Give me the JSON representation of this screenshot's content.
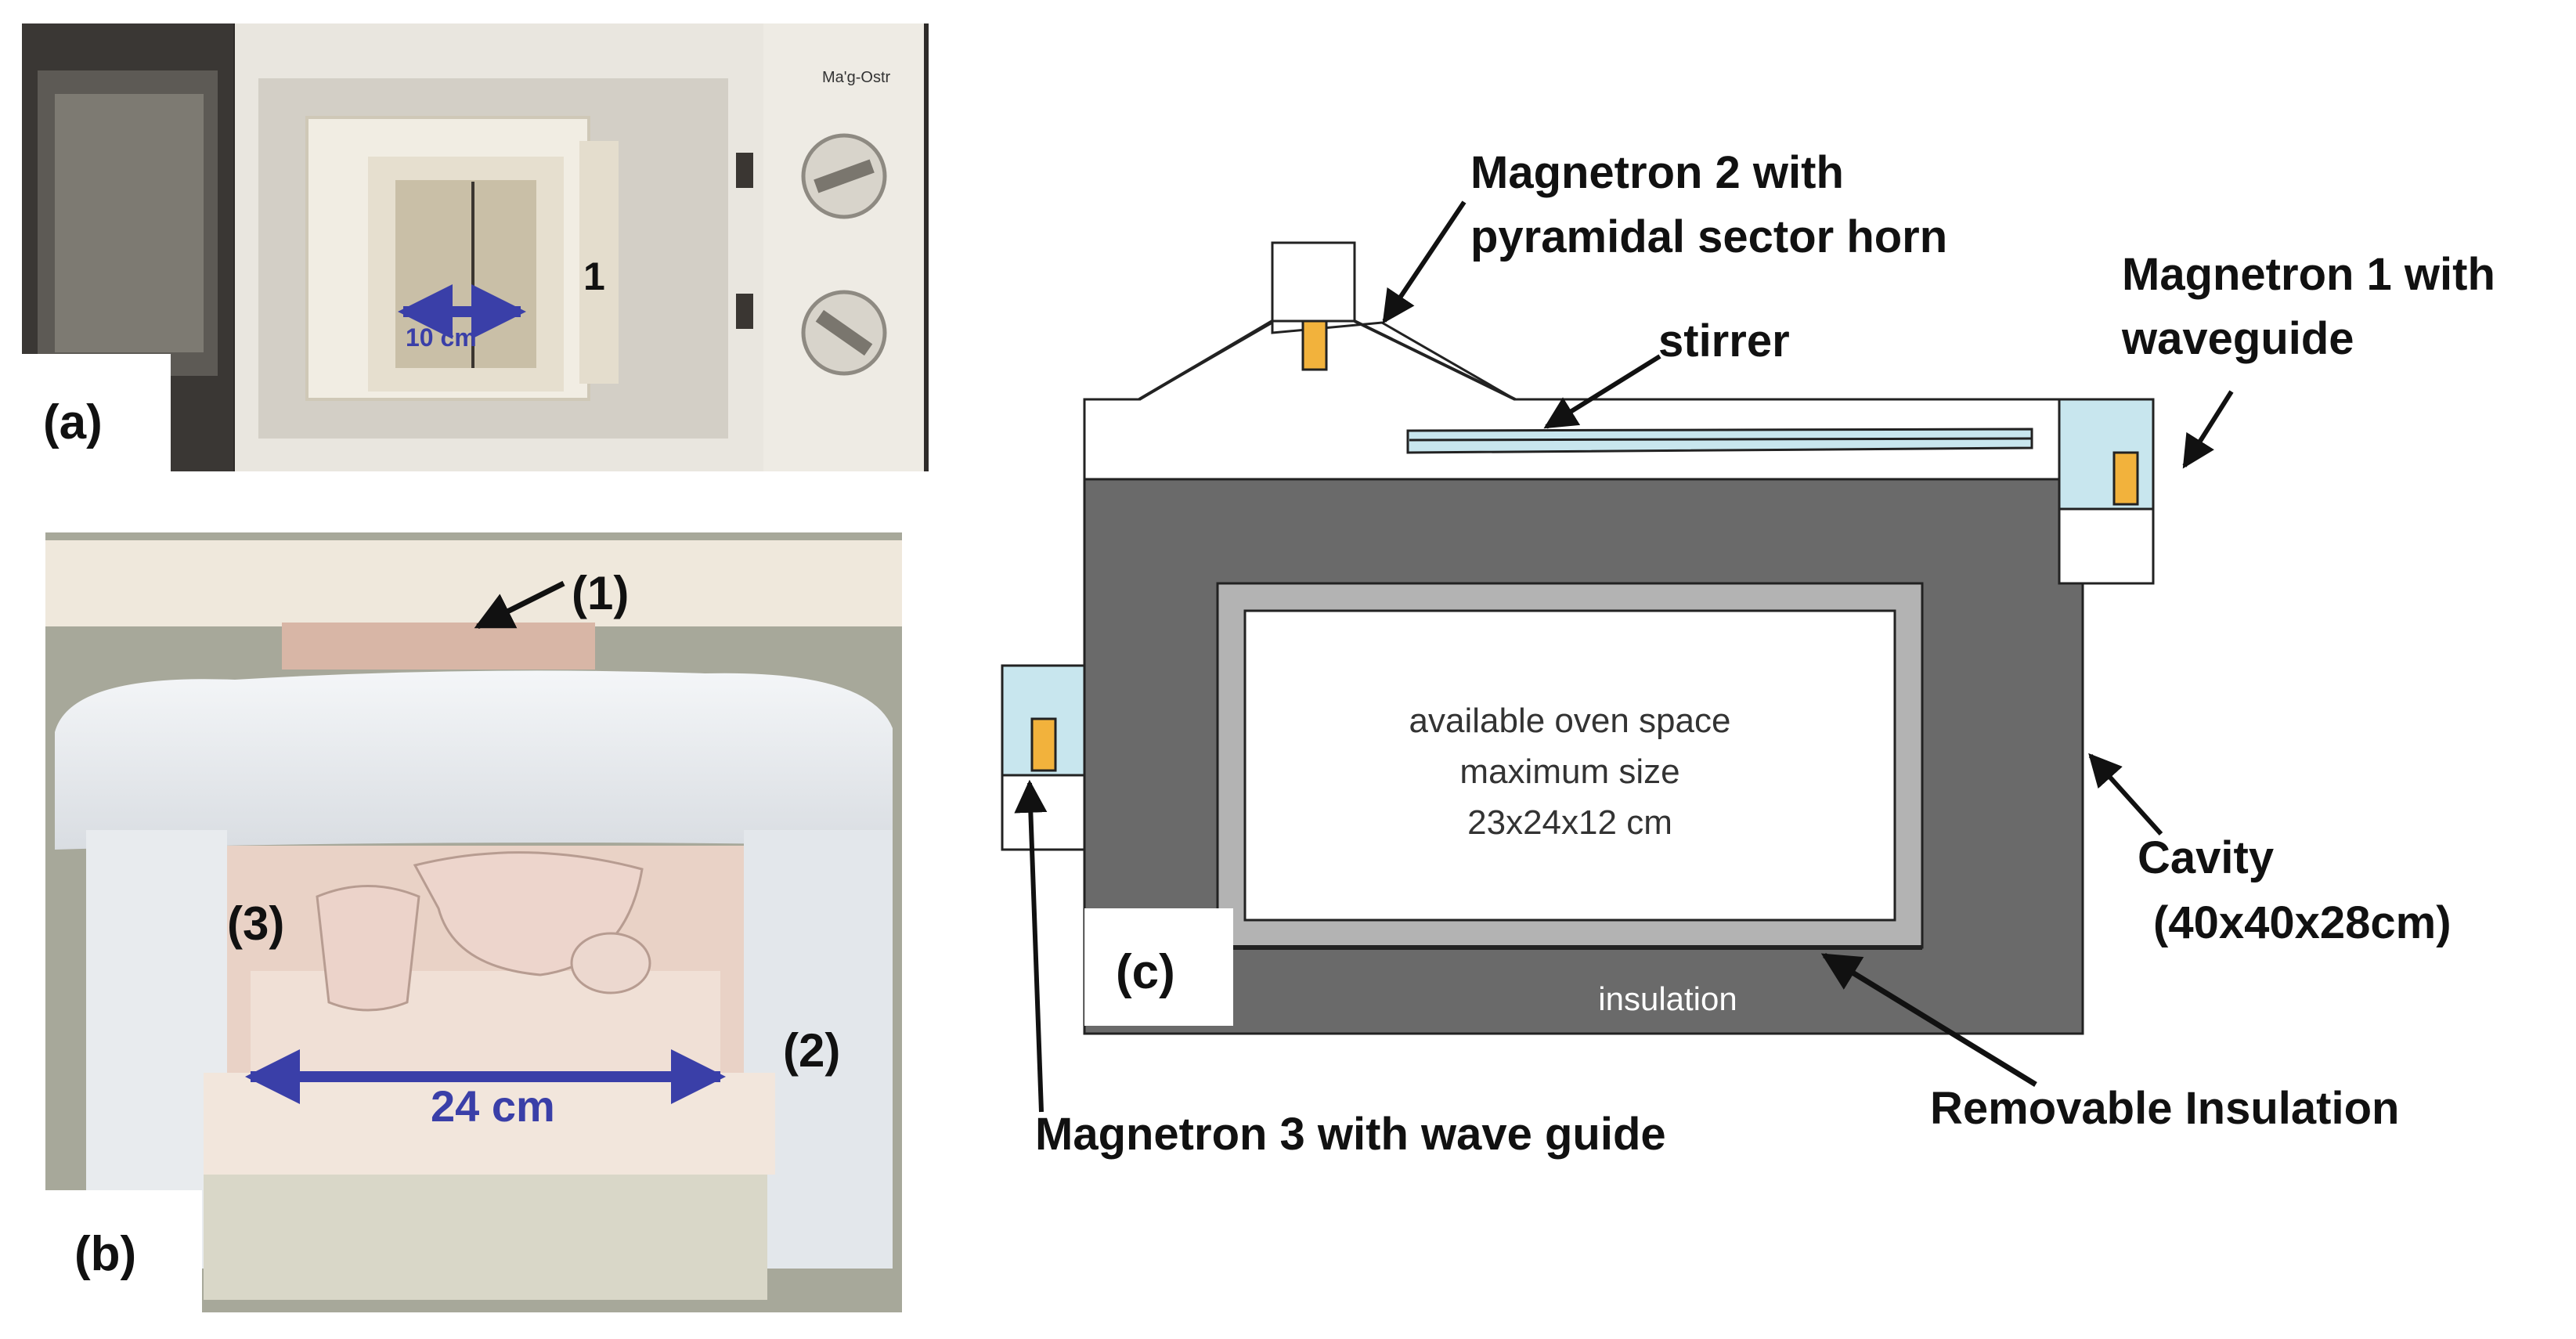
{
  "panel_a": {
    "label": "(a)",
    "scale_text": "10 cm",
    "marker_1": "1",
    "oven_badge": "Ma'g-Ostr"
  },
  "panel_b": {
    "label": "(b)",
    "marker_1": "(1)",
    "marker_2": "(2)",
    "marker_3": "(3)",
    "scale_text": "24 cm"
  },
  "panel_c": {
    "label": "(c)",
    "magnetron2_line1": "Magnetron 2 with",
    "magnetron2_line2": "pyramidal sector horn",
    "magnetron1_line1": "Magnetron 1 with",
    "magnetron1_line2": "waveguide",
    "stirrer": "stirrer",
    "oven_space_line1": "available oven space",
    "oven_space_line2": "maximum size",
    "oven_space_line3": "23x24x12 cm",
    "cavity_line1": "Cavity",
    "cavity_line2": "(40x40x28cm)",
    "insulation": "insulation",
    "removable_insulation": "Removable Insulation",
    "magnetron3": "Magnetron 3 with wave guide"
  },
  "colors": {
    "cavity_gray": "#6a6a6a",
    "waveguide_blue": "#c8e6ee",
    "magnetron_orange": "#f2b23c",
    "scale_arrow": "#3a3fa8"
  }
}
